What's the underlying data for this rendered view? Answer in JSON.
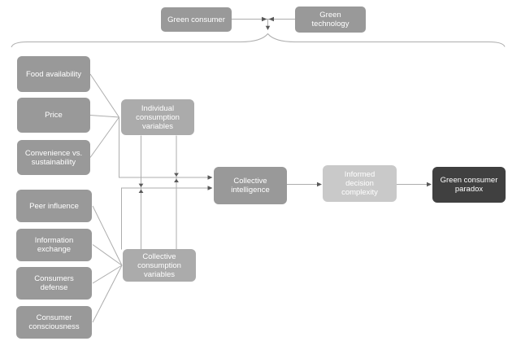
{
  "colors": {
    "node_medium": "#999999",
    "node_light": "#ABABAB",
    "node_lighter": "#C9C9C9",
    "node_dark": "#404040",
    "connector": "#ADADAD",
    "arrowhead": "#595959",
    "text": "#FFFFFF",
    "background": "#FFFFFF"
  },
  "nodes": {
    "green_consumer": "Green consumer",
    "green_technology": "Green\ntechnology",
    "food_availability": "Food availability",
    "price": "Price",
    "convenience_vs_sustainability": "Convenience vs.\nsustainability",
    "individual_consumption_variables": "Individual\nconsumption\nvariables",
    "peer_influence": "Peer influence",
    "information_exchange": "Information\nexchange",
    "consumers_defense": "Consumers\ndefense",
    "consumer_consciousness": "Consumer\nconsciousness",
    "collective_consumption_variables": "Collective\nconsumption\nvariables",
    "collective_intelligence": "Collective\nintelligence",
    "informed_decision_complexity": "Informed\ndecision\ncomplexity",
    "green_consumer_paradox": "Green consumer\nparadox"
  }
}
